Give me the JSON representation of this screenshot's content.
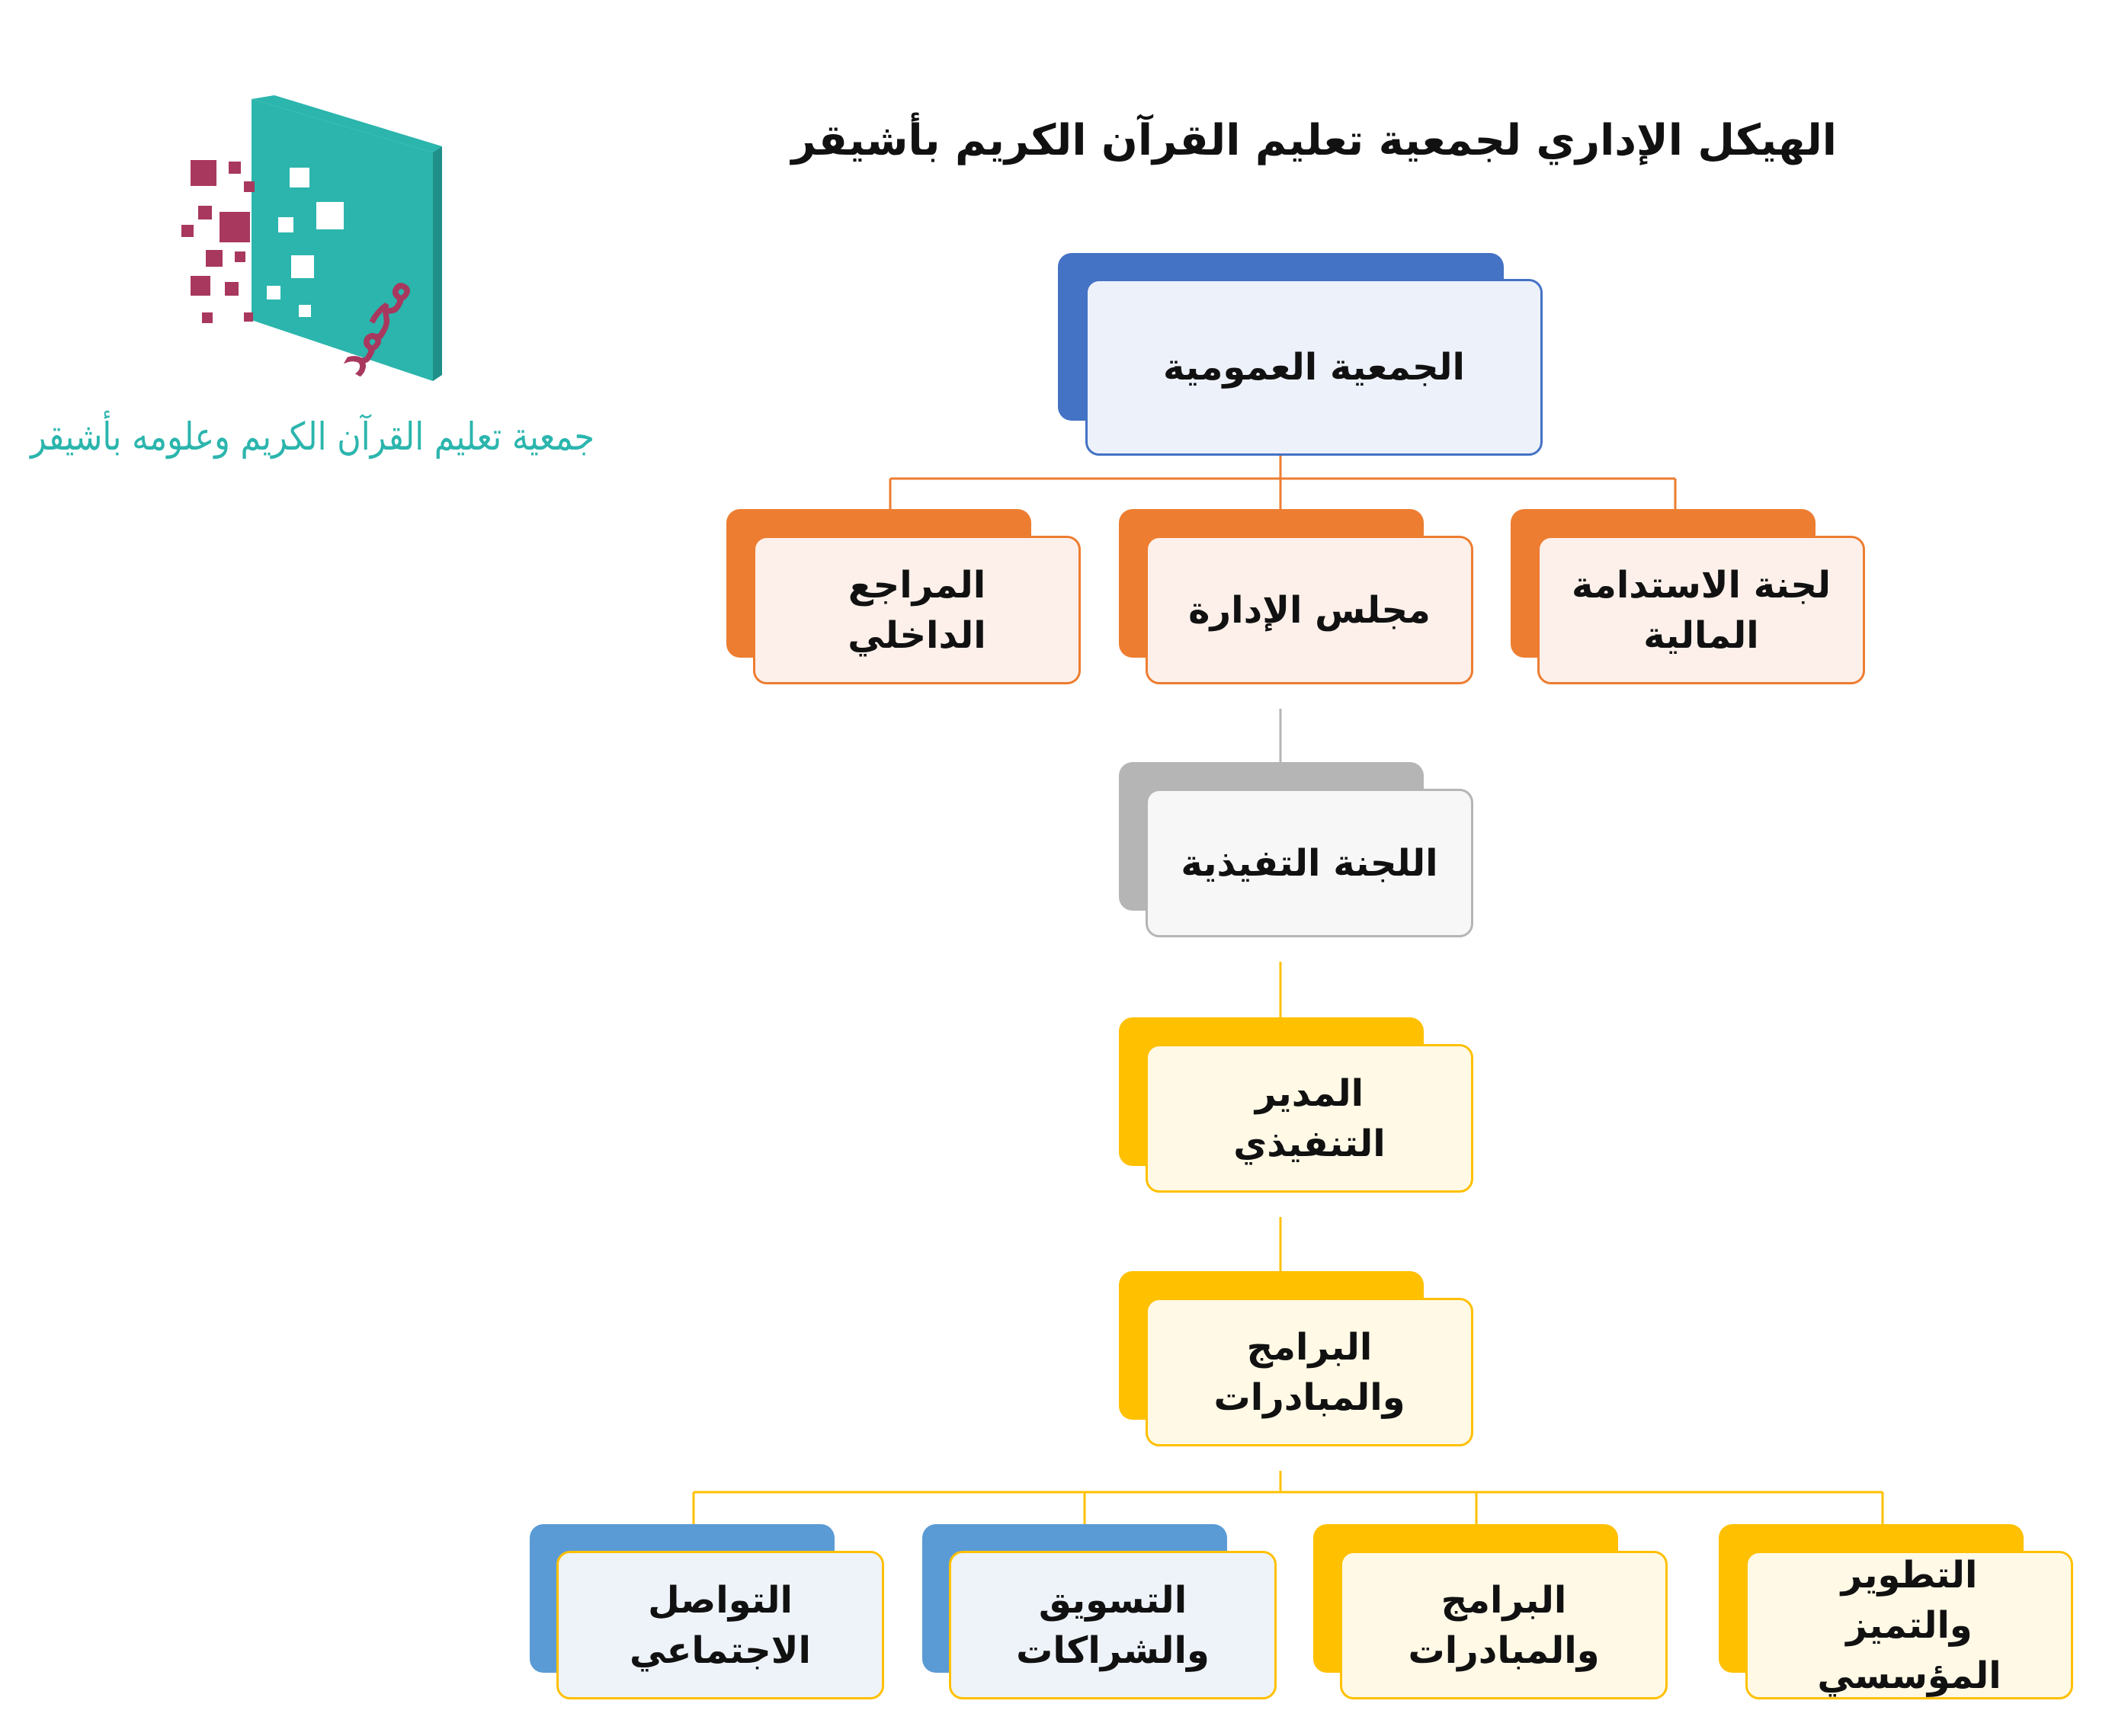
{
  "title": "الهيكل الإداري لجمعية تعليم القرآن الكريم بأشيقر",
  "logo": {
    "emblem_text": "محمد",
    "wordmark": "جمعية تعليم القرآن الكريم وعلومه بأشيقر"
  },
  "nodes": {
    "general_assembly": "الجمعية العمومية",
    "financial_sustainability": "لجنة الاستدامة المالية",
    "board": "مجلس الإدارة",
    "internal_auditor": "المراجع الداخلي",
    "executive_committee": "اللجنة التفيذية",
    "executive_director": "المدير التنفيذي",
    "programs_initiatives": "البرامج والمبادرات",
    "institutional_development": "التطوير والتميز المؤسسي",
    "programs_initiatives_2": "البرامج والمبادرات",
    "marketing_partnerships": "التسويق والشراكات",
    "social_communication": "التواصل الاجتماعي"
  },
  "colors": {
    "blue": "#4472C4",
    "orange": "#ED7D31",
    "gray": "#B5B5B5",
    "gold": "#FFC000",
    "sky": "#5B9BD5",
    "teal": "#2BB5AD",
    "magenta": "#A8385E"
  }
}
